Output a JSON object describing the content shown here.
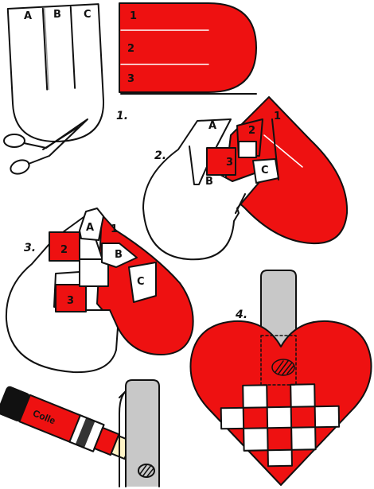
{
  "colors": {
    "red": "#ee1111",
    "white": "#ffffff",
    "ink": "#111111",
    "gray": "#c8c8c8",
    "tape": "#fff4c6",
    "glue_cap": "#111111"
  },
  "steps": [
    "1.",
    "2.",
    "3.",
    "4."
  ],
  "strips_white": [
    "A",
    "B",
    "C"
  ],
  "strips_red": [
    "1",
    "2",
    "3"
  ],
  "step2_labels": {
    "a": "A",
    "b": "B",
    "c": "C",
    "n1": "1",
    "n2": "2",
    "n3": "3"
  },
  "step3_labels": {
    "a": "A",
    "b": "B",
    "c": "C",
    "n1": "1",
    "n2": "2",
    "n3": "3"
  },
  "glue_label": "Colle",
  "icons": [
    "scissors-icon",
    "glue-stick-icon"
  ]
}
